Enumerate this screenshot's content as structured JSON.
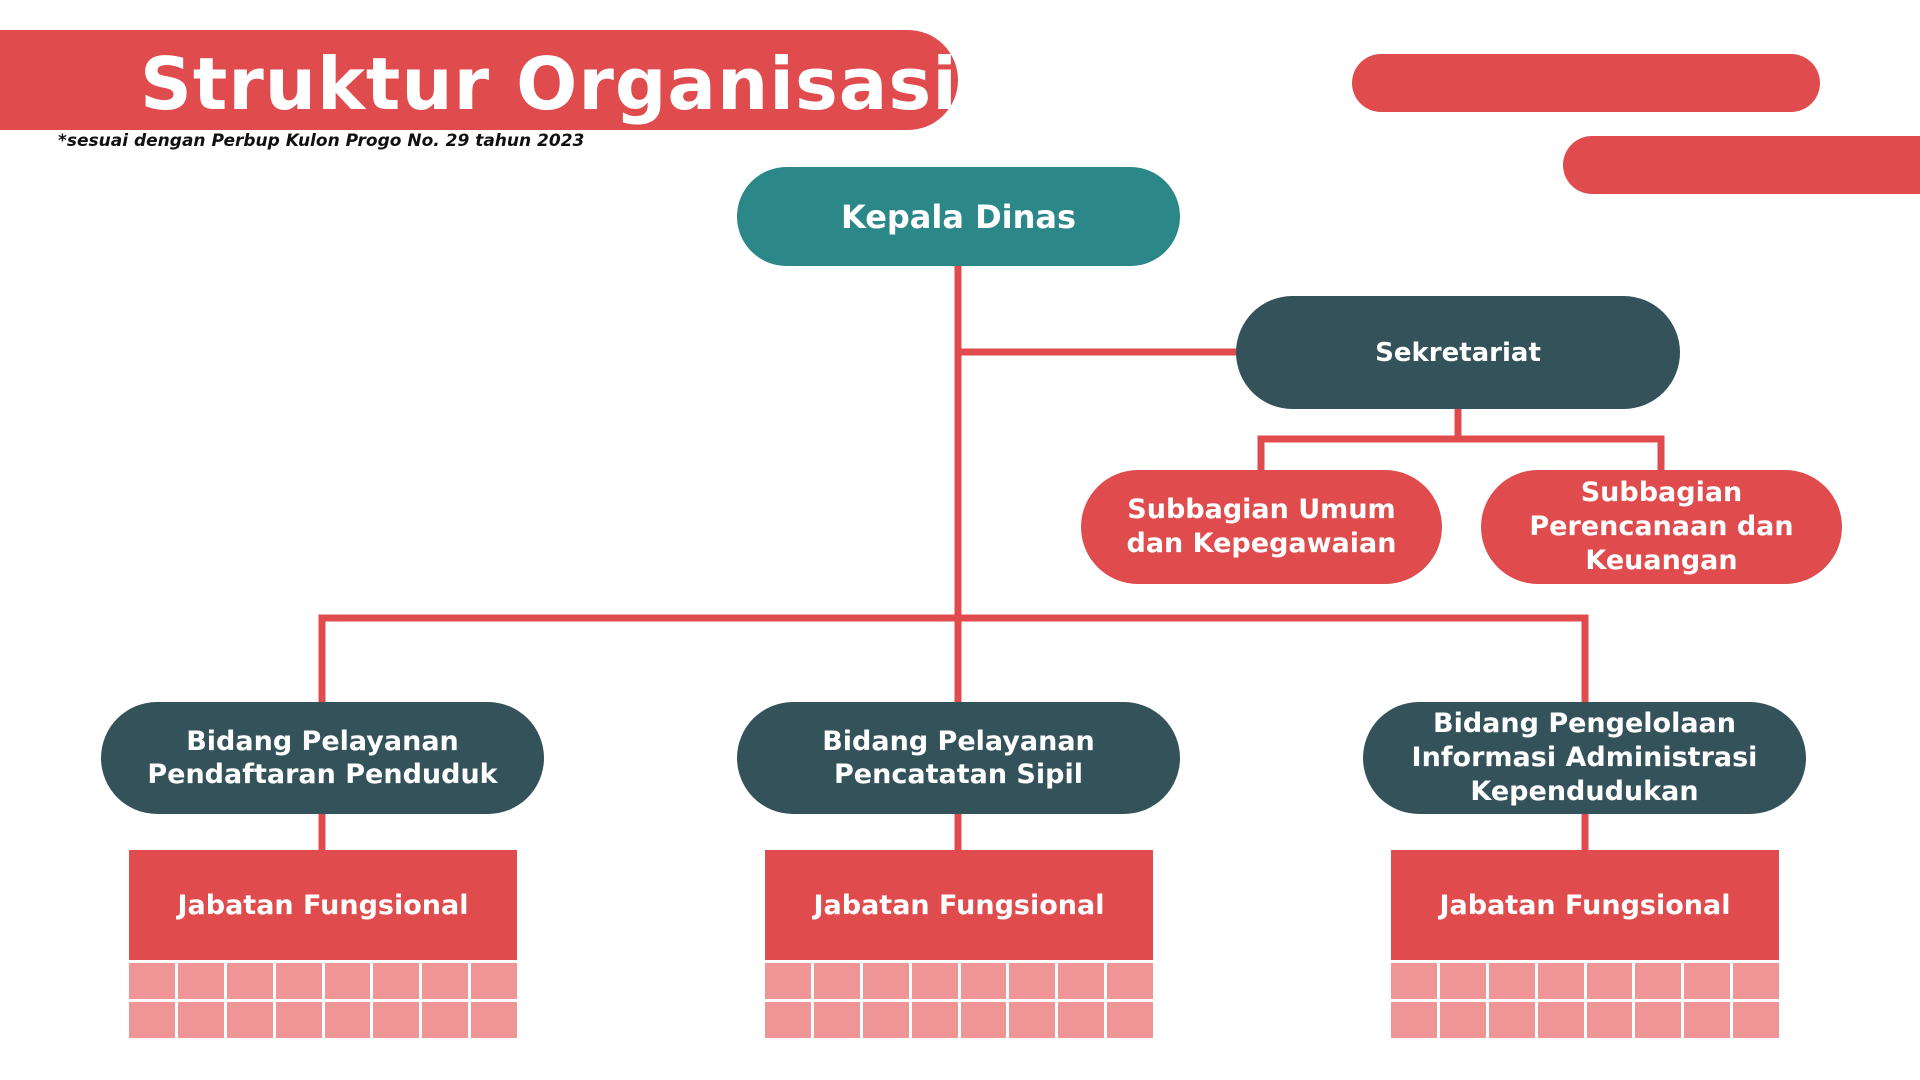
{
  "header": {
    "title": "Struktur Organisasi",
    "subtitle": "*sesuai dengan Perbup Kulon Progo No. 29 tahun 2023"
  },
  "colors": {
    "accent_red": "#e04b4e",
    "teal": "#2c8788",
    "dark_slate": "#34525a",
    "grid_pink": "#ef9596"
  },
  "org": {
    "head": "Kepala Dinas",
    "secretariat": {
      "label": "Sekretariat",
      "subunits": [
        {
          "label_lines": [
            "Subbagian Umum",
            "dan Kepegawaian"
          ]
        },
        {
          "label_lines": [
            "Subbagian",
            "Perencanaan dan",
            "Keuangan"
          ]
        }
      ]
    },
    "divisions": [
      {
        "label_lines": [
          "Bidang Pelayanan",
          "Pendaftaran Penduduk"
        ],
        "functional": "Jabatan Fungsional"
      },
      {
        "label_lines": [
          "Bidang Pelayanan",
          "Pencatatan Sipil"
        ],
        "functional": "Jabatan Fungsional"
      },
      {
        "label_lines": [
          "Bidang Pengelolaan",
          "Informasi Administrasi",
          "Kependudukan"
        ],
        "functional": "Jabatan Fungsional"
      }
    ]
  }
}
